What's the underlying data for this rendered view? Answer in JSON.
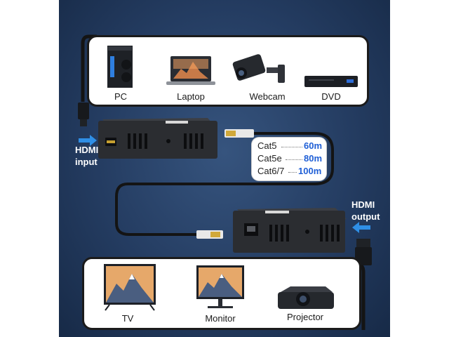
{
  "sources": [
    {
      "label": "PC",
      "icon": "pc-tower-icon"
    },
    {
      "label": "Laptop",
      "icon": "laptop-icon"
    },
    {
      "label": "Webcam",
      "icon": "webcam-icon"
    },
    {
      "label": "DVD",
      "icon": "dvd-player-icon"
    }
  ],
  "destinations": [
    {
      "label": "TV",
      "icon": "tv-icon"
    },
    {
      "label": "Monitor",
      "icon": "monitor-icon"
    },
    {
      "label": "Projector",
      "icon": "projector-icon"
    }
  ],
  "hdmi_input": {
    "line1": "HDMI",
    "line2": "input"
  },
  "hdmi_output": {
    "line1": "HDMI",
    "line2": "output"
  },
  "cable_specs": [
    {
      "cable": "Cat5",
      "distance": "60m"
    },
    {
      "cable": "Cat5e",
      "distance": "80m"
    },
    {
      "cable": "Cat6/7",
      "distance": "100m"
    }
  ],
  "colors": {
    "background": "#243c61",
    "accent_blue": "#1f5fd6",
    "arrow_blue": "#2f8fe6",
    "device_body": "#2b2d31"
  }
}
